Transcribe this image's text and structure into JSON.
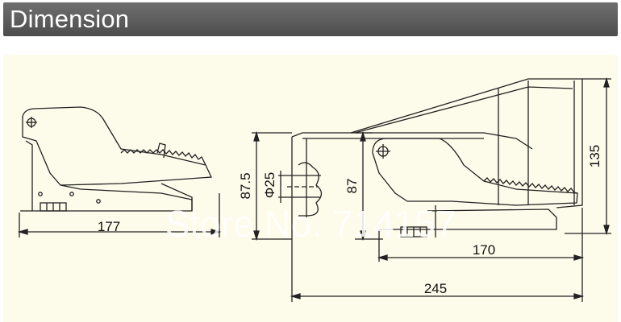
{
  "header": {
    "title": "Dimension"
  },
  "colors": {
    "header_bg": "#5a5a5a",
    "panel_bg": "#fdfbea",
    "line": "#222222",
    "watermark": "#ffffff"
  },
  "dimensions": {
    "left_width": "177",
    "side_height": "87.5",
    "bore_diameter": "Φ25",
    "pedal_height": "87",
    "total_height": "135",
    "base_length": "170",
    "total_length": "245"
  },
  "watermark": {
    "text": "Store No. 714157"
  }
}
